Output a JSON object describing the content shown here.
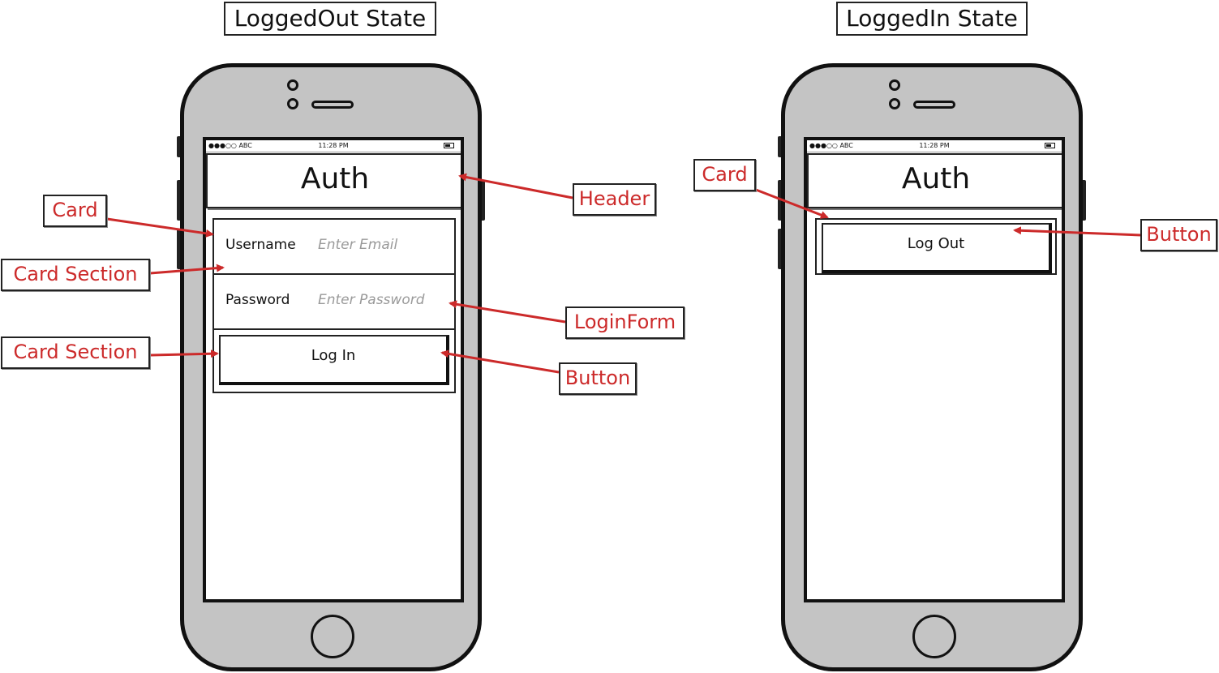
{
  "diagram": {
    "left_title": "LoggedOut State",
    "right_title": "LoggedIn State"
  },
  "phone_left": {
    "status_bar": {
      "carrier": "●●●○○ ABC",
      "time": "11:28 PM"
    },
    "header_title": "Auth",
    "username_label": "Username",
    "username_placeholder": "Enter Email",
    "password_label": "Password",
    "password_placeholder": "Enter Password",
    "login_button": "Log In"
  },
  "phone_right": {
    "status_bar": {
      "carrier": "●●●○○ ABC",
      "time": "11:28 PM"
    },
    "header_title": "Auth",
    "logout_button": "Log Out"
  },
  "annotations": {
    "left": {
      "card": "Card",
      "card_section_1": "Card Section",
      "card_section_2": "Card Section",
      "header": "Header",
      "login_form": "LoginForm",
      "button": "Button"
    },
    "right": {
      "card": "Card",
      "button": "Button"
    }
  },
  "colors": {
    "annotation": "#cc2a2a",
    "phone_body": "#c4c4c4",
    "outline": "#111111"
  }
}
